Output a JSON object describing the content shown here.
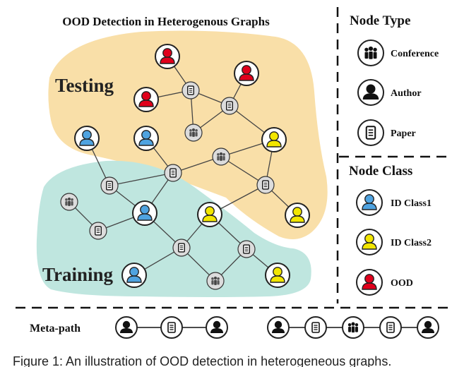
{
  "main_title": "OOD Detection in Heterogenous Graphs",
  "region_labels": {
    "testing": "Testing",
    "training": "Training"
  },
  "legend": {
    "node_type_title": "Node Type",
    "node_types": [
      {
        "label": "Conference",
        "icon": "conference-icon"
      },
      {
        "label": "Author",
        "icon": "author-icon"
      },
      {
        "label": "Paper",
        "icon": "paper-icon"
      }
    ],
    "node_class_title": "Node Class",
    "node_classes": [
      {
        "label": "ID Class1",
        "color": "#4fa3e0"
      },
      {
        "label": "ID Class2",
        "color": "#f2e600"
      },
      {
        "label": "OOD",
        "color": "#e0001b"
      }
    ]
  },
  "meta_path_label": "Meta-path",
  "caption": "Figure 1: An illustration of OOD detection in heterogeneous graphs.",
  "colors": {
    "testing_region": "#f9dfa8",
    "training_region": "#bfe6df",
    "id_class1": "#4fa3e0",
    "id_class2": "#f2e600",
    "ood": "#e0001b",
    "node_ring": "#222222"
  }
}
